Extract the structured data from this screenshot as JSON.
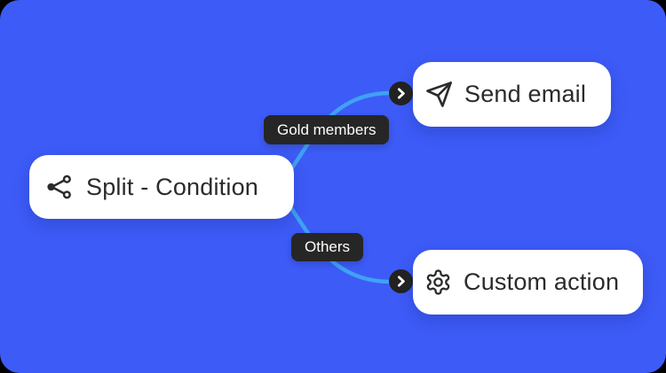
{
  "canvas": {
    "background_color": "#3D5BF7",
    "connector_color": "#3FA2F3",
    "dark_chip_color": "#262626",
    "card_color": "#FFFFFF",
    "text_color": "#2B2B2B"
  },
  "nodes": {
    "split": {
      "label": "Split - Condition",
      "icon": "split-icon"
    },
    "send_email": {
      "label": "Send email",
      "icon": "send-icon"
    },
    "custom_action": {
      "label": "Custom action",
      "icon": "gear-icon"
    }
  },
  "branches": {
    "gold": {
      "label": "Gold members"
    },
    "others": {
      "label": "Others"
    }
  }
}
